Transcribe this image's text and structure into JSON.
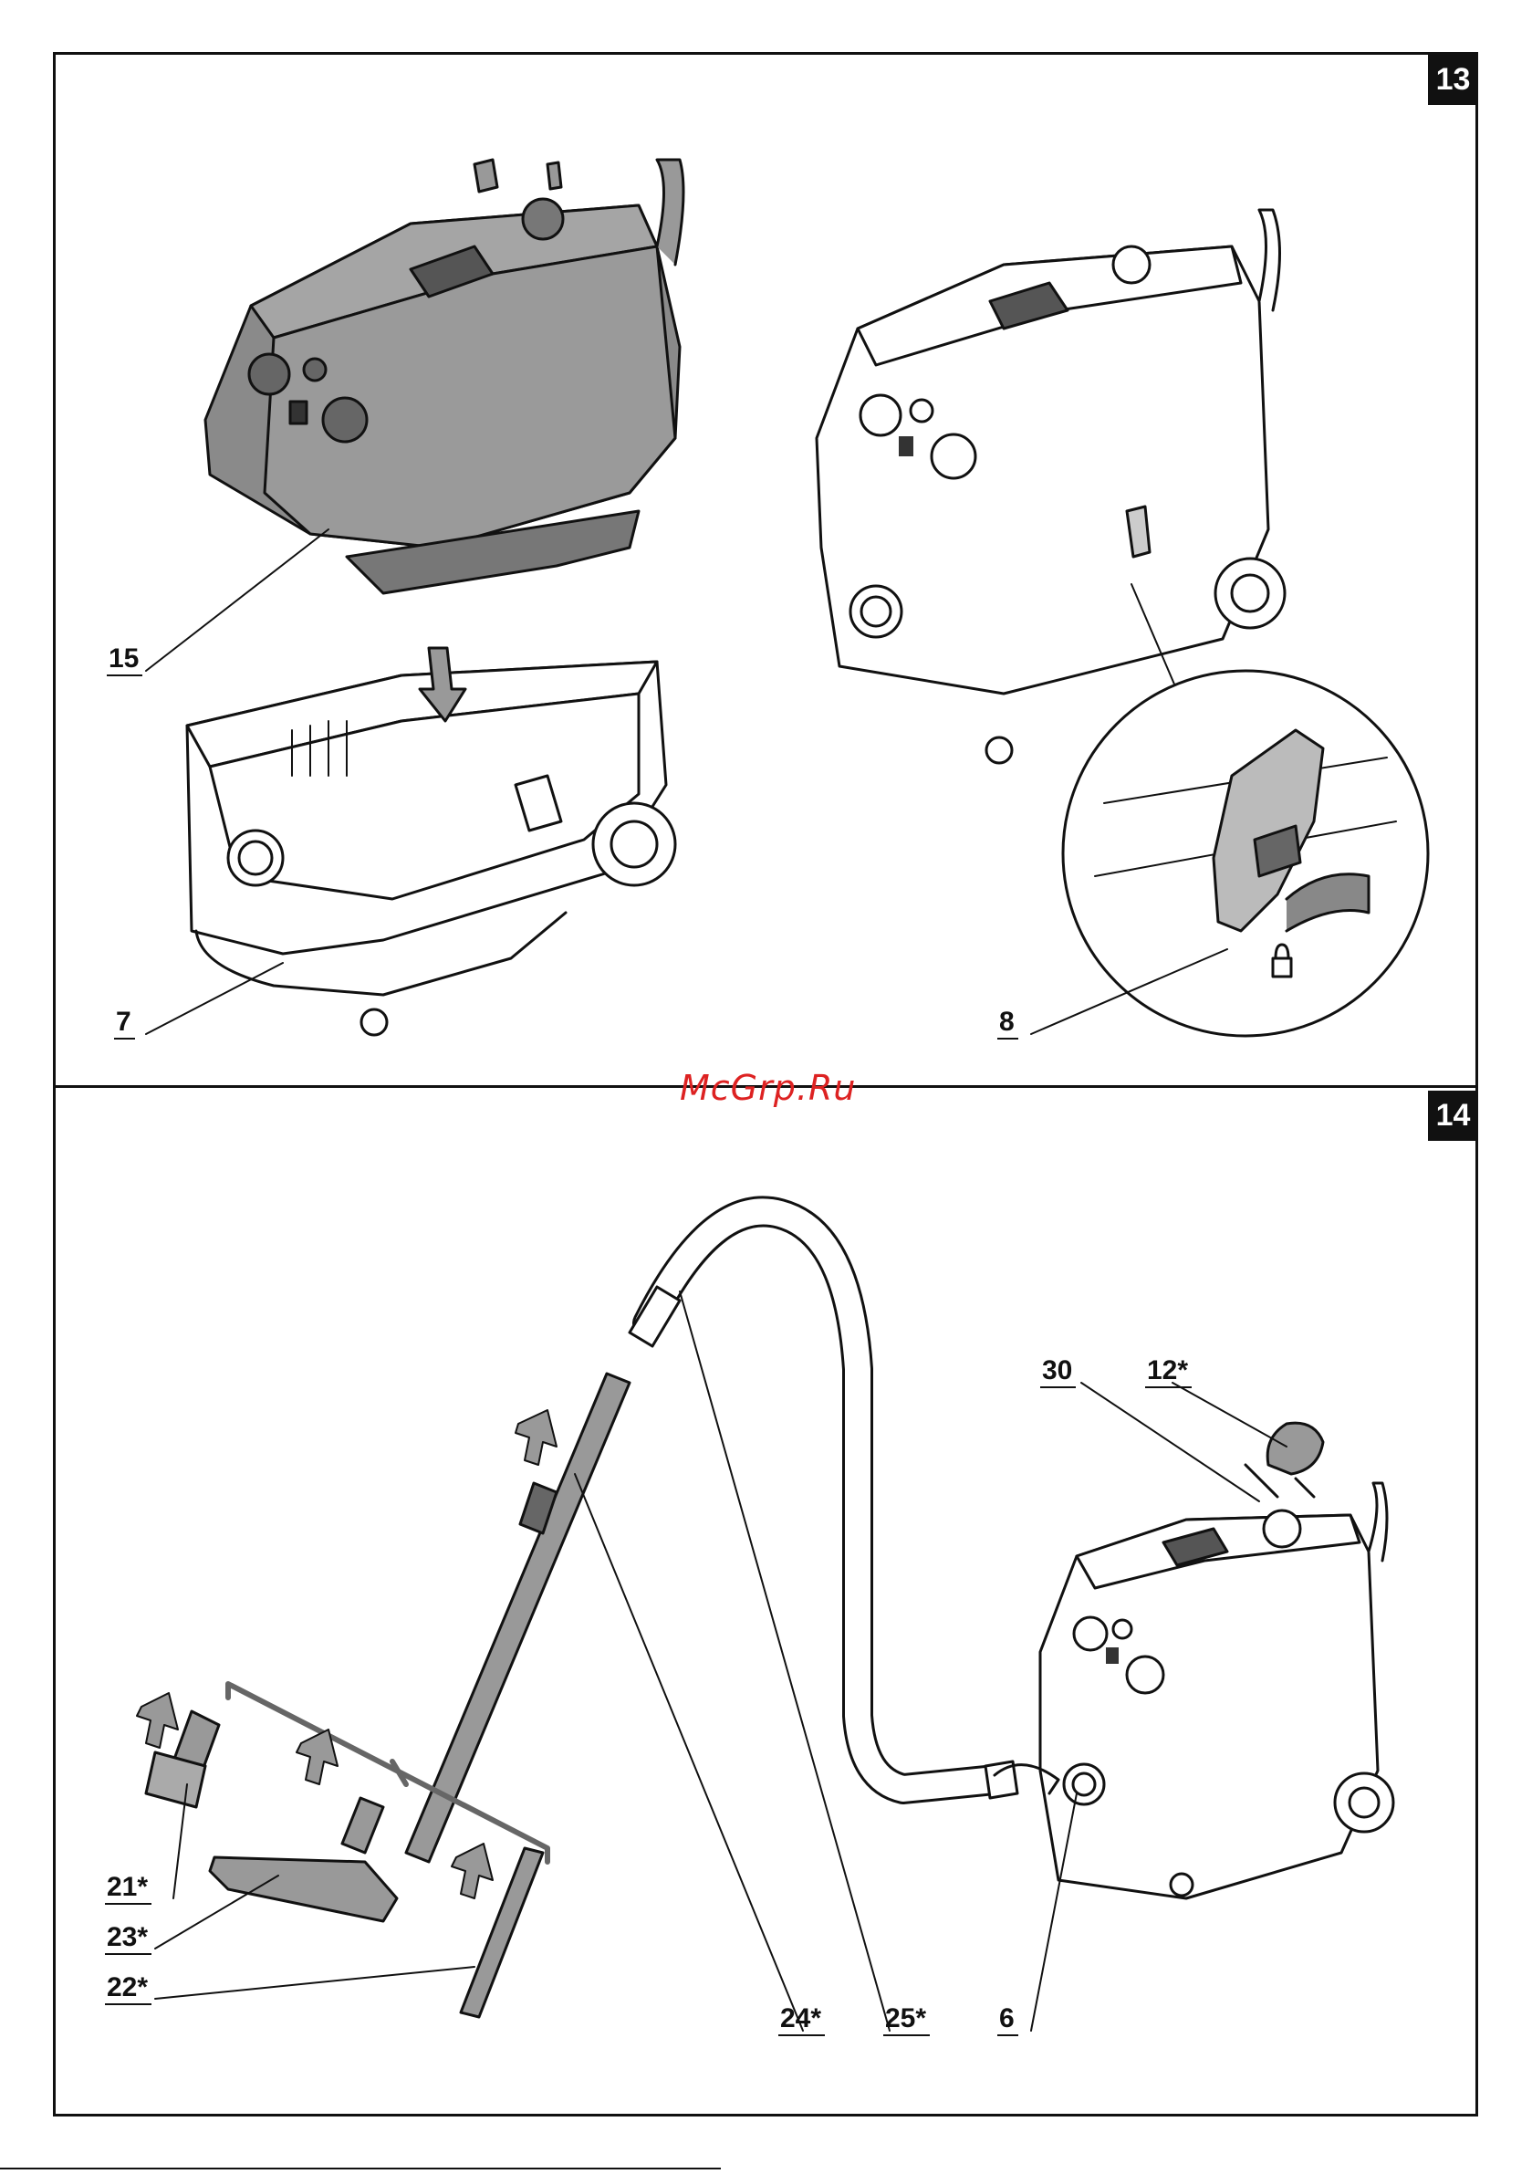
{
  "figures": [
    {
      "number": "13"
    },
    {
      "number": "14"
    }
  ],
  "labels": {
    "l15": "15",
    "l7": "7",
    "l8": "8",
    "l30": "30",
    "l12": "12*",
    "l21": "21*",
    "l23": "23*",
    "l22": "22*",
    "l24": "24*",
    "l25": "25*",
    "l6": "6"
  },
  "watermark": "McGrp.Ru"
}
